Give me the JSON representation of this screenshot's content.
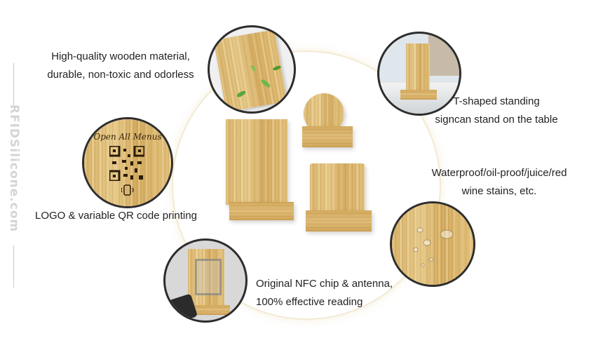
{
  "watermark": {
    "text": "RFIDSilicone.com"
  },
  "features": {
    "material": {
      "line1": "High-quality wooden material,",
      "line2": "durable, non-toxic and odorless"
    },
    "stand": {
      "line1": "T-shaped standing",
      "line2": "signcan stand on the table"
    },
    "qr": {
      "line1": "LOGO & variable QR code printing"
    },
    "waterproof": {
      "line1": "Waterproof/oil-proof/juice/red",
      "line2": "wine stains, etc."
    },
    "nfc": {
      "line1": "Original NFC chip & antenna,",
      "line2": "100% effective reading"
    }
  },
  "qr_sample": {
    "title": "Open All Menus"
  },
  "colors": {
    "wood": "#e0bd79",
    "ring": "#f3ead3",
    "outline": "#2d2d2d",
    "text": "#222222"
  }
}
